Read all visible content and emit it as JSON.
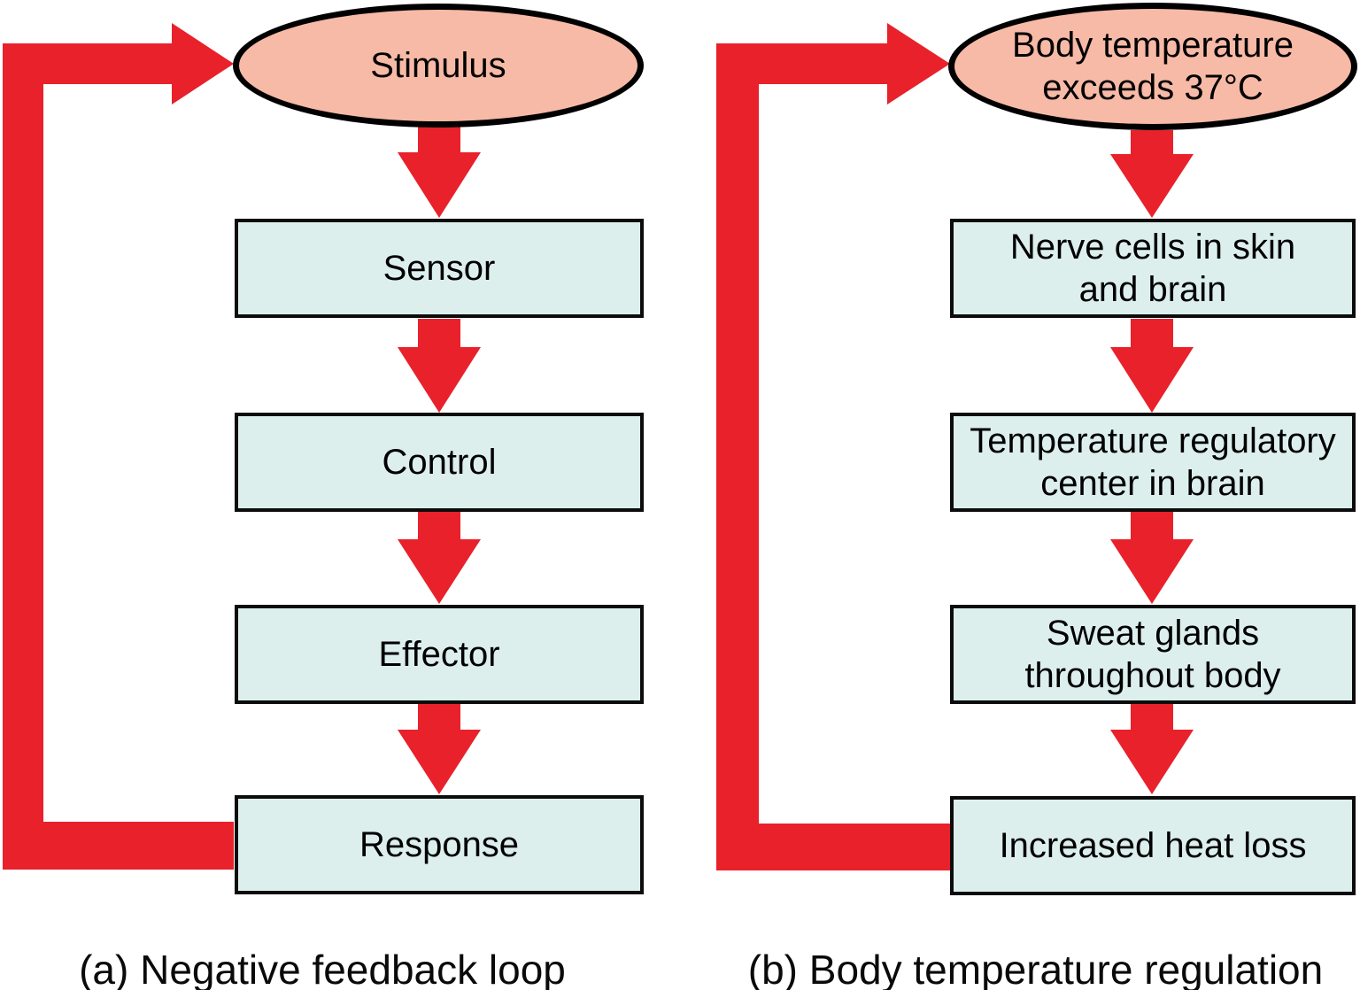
{
  "figure": {
    "panels": [
      {
        "id": "a",
        "caption": "(a) Negative feedback loop",
        "stimulus": "Stimulus",
        "nodes": [
          "Sensor",
          "Control",
          "Effector",
          "Response"
        ]
      },
      {
        "id": "b",
        "caption": "(b) Body temperature regulation",
        "stimulus": "Body temperature\nexceeds 37°C",
        "nodes": [
          "Nerve cells in skin\nand brain",
          "Temperature regulatory\ncenter in brain",
          "Sweat glands\nthroughout body",
          "Increased heat loss"
        ]
      }
    ]
  },
  "colors": {
    "arrow_red": "#E8212B",
    "ellipse_fill": "#F7BAA7",
    "box_fill": "#DCEFEC",
    "outline": "#000000",
    "text": "#000000"
  }
}
